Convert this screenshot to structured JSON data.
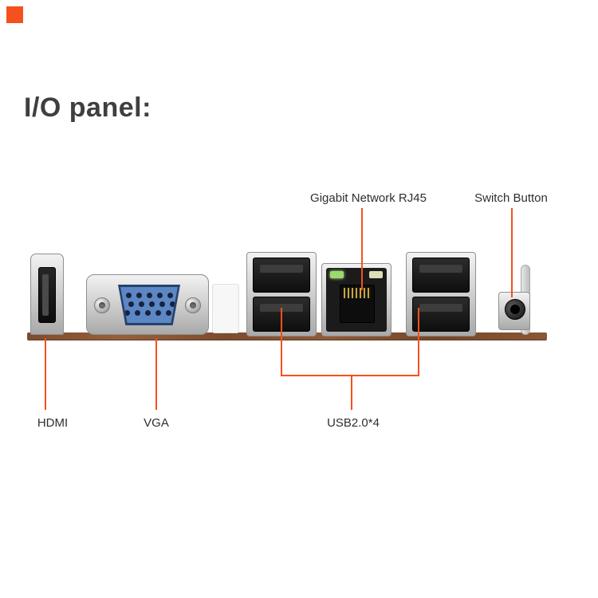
{
  "page": {
    "title": "I/O panel:"
  },
  "callouts": {
    "gigabit_network": "Gigabit Network RJ45",
    "switch_button": "Switch Button",
    "hdmi": "HDMI",
    "vga": "VGA",
    "usb": "USB2.0*4"
  },
  "colors": {
    "accent_orange": "#f4511e",
    "title_gray": "#3f3f3f",
    "label_dark": "#2f2f2f",
    "board_brown": "#8a5736",
    "vga_blue": "#5d86c5",
    "led_green": "#9ed96d"
  }
}
